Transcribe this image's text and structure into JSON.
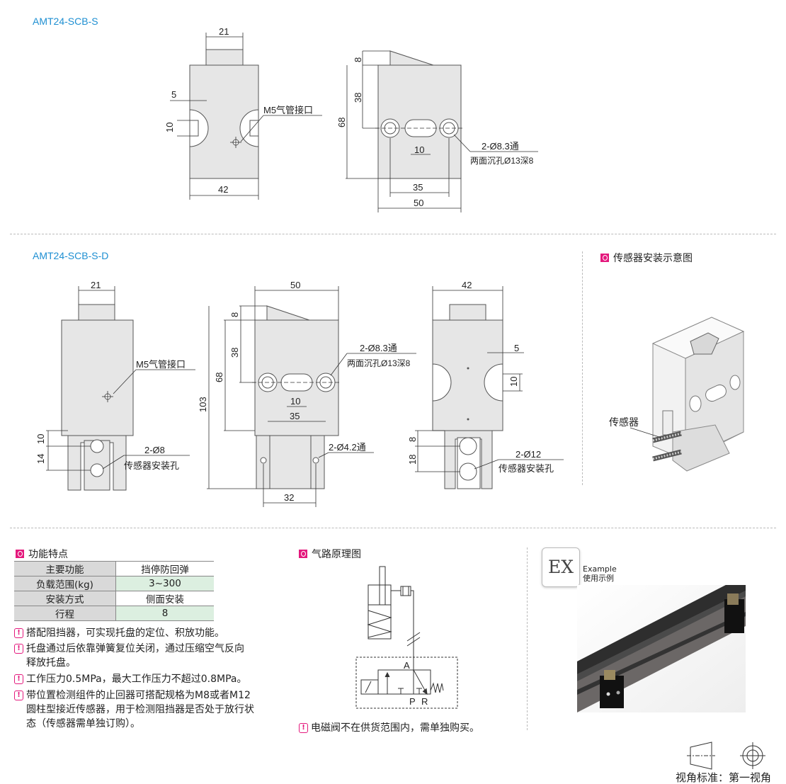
{
  "section1": {
    "model": "AMT24-SCB-S",
    "front": {
      "width_top": "21",
      "d5": "5",
      "d10": "10",
      "port": "M5气管接口",
      "width": "42"
    },
    "side": {
      "d8": "8",
      "d38": "38",
      "d68": "68",
      "slot": "10",
      "pitch": "35",
      "width": "50",
      "hole1": "2-Ø8.3通",
      "hole2": "两面沉孔Ø13深8"
    }
  },
  "section2": {
    "model": "AMT24-SCB-S-D",
    "front": {
      "width_top": "21",
      "port": "M5气管接口",
      "d10": "10",
      "d14": "14",
      "hole1": "2-Ø8",
      "hole2": "传感器安装孔"
    },
    "side": {
      "width": "50",
      "d8": "8",
      "d38": "38",
      "d68": "68",
      "d103": "103",
      "slot": "10",
      "pitch": "35",
      "bottom": "32",
      "hole1": "2-Ø8.3通",
      "hole2": "两面沉孔Ø13深8",
      "hole3": "2-Ø4.2通"
    },
    "back": {
      "width": "42",
      "d5": "5",
      "d10": "10",
      "d8": "8",
      "d18": "18",
      "hole1": "2-Ø12",
      "hole2": "传感器安装孔"
    },
    "sensor_title": "传感器安装示意图",
    "sensor_label": "传感器"
  },
  "features": {
    "title": "功能特点",
    "rows": [
      {
        "k": "主要功能",
        "v": "挡停防回弹"
      },
      {
        "k": "负载范围(kg)",
        "v": "3~300"
      },
      {
        "k": "安装方式",
        "v": "侧面安装"
      },
      {
        "k": "行程",
        "v": "8"
      }
    ],
    "notes": [
      "搭配阻挡器，可实现托盘的定位、积放功能。",
      "托盘通过后依靠弹簧复位关闭，通过压缩空气反向释放托盘。",
      "工作压力0.5MPa，最大工作压力不超过0.8MPa。",
      "带位置检测组件的止回器可搭配规格为M8或者M12圆柱型接近传感器，用于检测阻挡器是否处于放行状态（传感器需单独订购）。"
    ]
  },
  "circuit": {
    "title": "气路原理图",
    "A": "A",
    "P": "P",
    "R": "R",
    "note": "电磁阀不在供货范围内，需单独购买。"
  },
  "example": {
    "logo": "EX",
    "en": "Example",
    "cn": "使用示例"
  },
  "view": {
    "label": "视角标准：第一视角"
  },
  "colors": {
    "accent": "#e4197d",
    "model": "#1e8fd2",
    "green_cell": "#dcefe0"
  }
}
